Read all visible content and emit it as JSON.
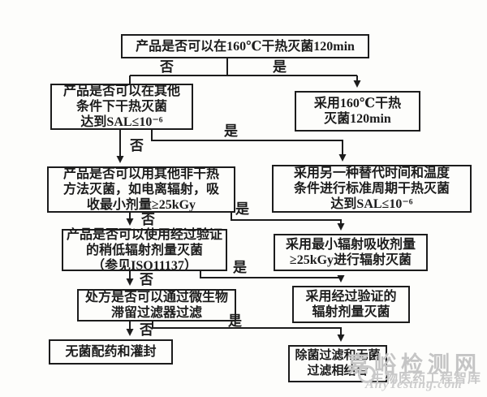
{
  "ink_color": "#1c1c1c",
  "watermark_color": "#c5c5c5",
  "nodes": {
    "q1": {
      "lines": [
        "产品是否可以在160℃干热灭菌120min"
      ]
    },
    "q2": {
      "lines": [
        "产品是否可以在其他",
        "条件下干热灭菌",
        "达到SAL≤10⁻⁶"
      ]
    },
    "r1": {
      "lines": [
        "采用160℃干热",
        "灭菌120min"
      ]
    },
    "q3": {
      "lines": [
        "产品是否可以用其他非干热",
        "方法灭菌，如电离辐射，吸",
        "收最小剂量≥25kGy"
      ]
    },
    "r2": {
      "lines": [
        "采用另一种替代时间和温度",
        "条件进行标准周期干热灭菌",
        "达到SAL≤10⁻⁶"
      ]
    },
    "q4": {
      "lines": [
        "产品是否可以使用经过验证",
        "的稍低辐射剂量灭菌",
        "（参见ISO11137）"
      ]
    },
    "r3": {
      "lines": [
        "采用最小辐射吸收剂量",
        "≥25kGy进行辐射灭菌"
      ]
    },
    "q5": {
      "lines": [
        "处方是否可以通过微生物",
        "滞留过滤器过滤"
      ]
    },
    "r4": {
      "lines": [
        "采用经过验证的",
        "辐射剂量灭菌"
      ]
    },
    "t6": {
      "lines": [
        "无菌配药和灌封"
      ]
    },
    "r5": {
      "lines": [
        "除菌过滤和无菌",
        "过滤相结合"
      ]
    }
  },
  "edges": [
    {
      "from": "q1",
      "to": "q2",
      "label": "否"
    },
    {
      "from": "q1",
      "to": "r1",
      "label": "是"
    },
    {
      "from": "q2",
      "to": "q3",
      "label": "否"
    },
    {
      "from": "q2",
      "to": "r2",
      "label": "是"
    },
    {
      "from": "q3",
      "to": "q4",
      "label": "否"
    },
    {
      "from": "q3",
      "to": "r3",
      "label": "是"
    },
    {
      "from": "q4",
      "to": "q5",
      "label": "否"
    },
    {
      "from": "q4",
      "to": "r4",
      "label": "是"
    },
    {
      "from": "q5",
      "to": "t6",
      "label": "否"
    },
    {
      "from": "q5",
      "to": "r5",
      "label": "是"
    }
  ],
  "watermark": {
    "brand": "嘉峪检测网",
    "tagline": "生物医药工程智库",
    "url": "AnyTesting.com"
  }
}
